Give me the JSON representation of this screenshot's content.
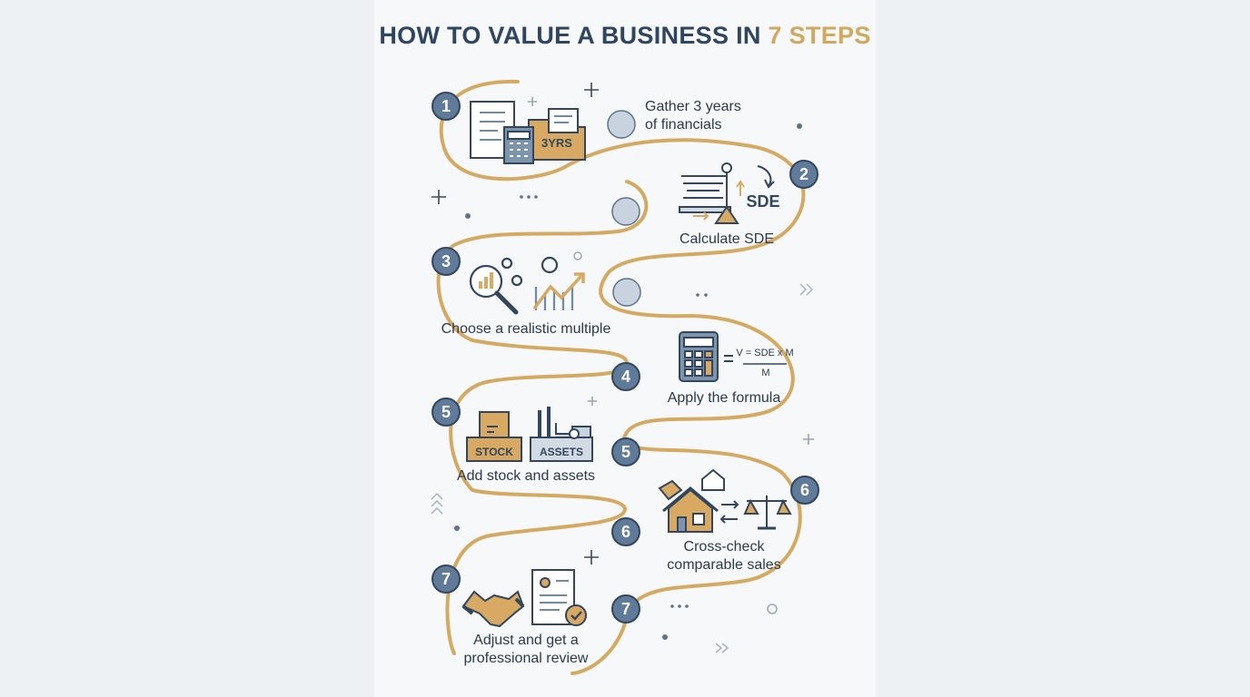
{
  "title": {
    "main": "HOW TO VALUE A BUSINESS IN ",
    "accent": "7 STEPS"
  },
  "colors": {
    "navy": "#2f4560",
    "gold": "#d2a75e",
    "badge": "#607a99",
    "line": "#d4aa62"
  },
  "steps": [
    {
      "badge_left": "1",
      "label": "Gather 3 years\nof financials",
      "icon_tag": "3YRS",
      "icon": "documents-folder-calculator-icon"
    },
    {
      "badge_right": "2",
      "label": "Calculate SDE",
      "icon_tag": "SDE",
      "icon": "balance-scale-sde-icon"
    },
    {
      "badge_left": "3",
      "label": "Choose a realistic multiple",
      "icon": "magnifier-growth-chart-icon"
    },
    {
      "badge_right": "4",
      "label": "Apply the formula",
      "formula_top": "V = SDE x M",
      "formula_bottom": "M",
      "icon": "calculator-icon"
    },
    {
      "badge_left": "5",
      "badge_right": "5",
      "label": "Add stock and assets",
      "stock_tag": "STOCK",
      "assets_tag": "ASSETS",
      "icon": "boxes-factory-icon"
    },
    {
      "badge_left": "6",
      "badge_right": "6",
      "label": "Cross-check\ncomparable sales",
      "icon": "house-scale-icon"
    },
    {
      "badge_left": "7",
      "badge_right": "7",
      "label": "Adjust and get a\nprofessional review",
      "icon": "handshake-document-icon"
    }
  ]
}
